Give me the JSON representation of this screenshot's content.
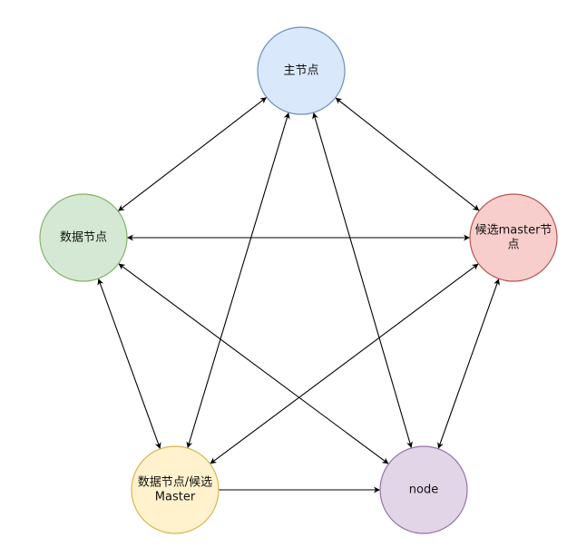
{
  "diagram": {
    "nodes": [
      {
        "id": "master",
        "lines": [
          "主节点"
        ],
        "fill": "#dae8fc",
        "stroke": "#6c8ebf"
      },
      {
        "id": "data",
        "lines": [
          "数据节点"
        ],
        "fill": "#d5e8d4",
        "stroke": "#82b366"
      },
      {
        "id": "candidate",
        "lines": [
          "候选master节",
          "点"
        ],
        "fill": "#f8cecc",
        "stroke": "#b85450"
      },
      {
        "id": "data_candidate",
        "lines": [
          "数据节点/候选",
          "Master"
        ],
        "fill": "#fff2cc",
        "stroke": "#d6b656"
      },
      {
        "id": "node",
        "lines": [
          "node"
        ],
        "fill": "#e1d5e7",
        "stroke": "#9673a6"
      }
    ],
    "edges": [
      {
        "from": "master",
        "to": "data",
        "direction": "both"
      },
      {
        "from": "master",
        "to": "candidate",
        "direction": "both"
      },
      {
        "from": "master",
        "to": "data_candidate",
        "direction": "both"
      },
      {
        "from": "master",
        "to": "node",
        "direction": "both"
      },
      {
        "from": "data",
        "to": "candidate",
        "direction": "both"
      },
      {
        "from": "data",
        "to": "data_candidate",
        "direction": "both"
      },
      {
        "from": "data",
        "to": "node",
        "direction": "both"
      },
      {
        "from": "candidate",
        "to": "data_candidate",
        "direction": "both"
      },
      {
        "from": "candidate",
        "to": "node",
        "direction": "both"
      },
      {
        "from": "data_candidate",
        "to": "node",
        "direction": "forward"
      }
    ]
  }
}
